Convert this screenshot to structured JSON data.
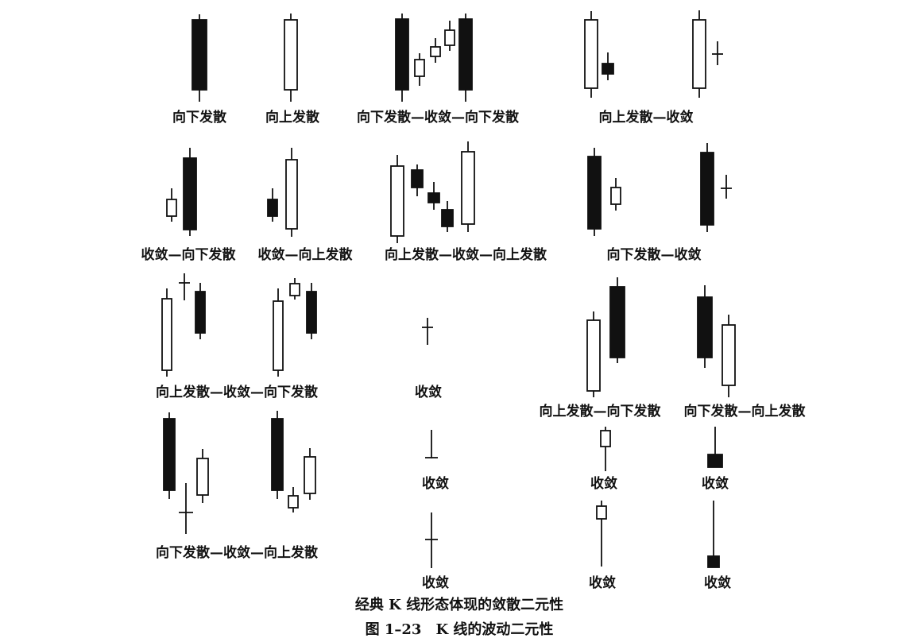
{
  "labels": {
    "g1": "向下发散",
    "g2": "向上发散",
    "g3": "向下发散—收敛—向下发散",
    "g4": "向上发散—收敛",
    "g5": "收敛—向下发散",
    "g6": "收敛—向上发散",
    "g7": "向上发散—收敛—向上发散",
    "g8": "向下发散—收敛",
    "g9": "向上发散—收敛—向下发散",
    "g10": "收敛",
    "g11": "向上发散—向下发散",
    "g12": "向下发散—向上发散",
    "g13": "向下发散—收敛—向上发散",
    "g14": "收敛",
    "g15": "收敛",
    "g16": "收敛",
    "g17": "收敛",
    "g18": "收敛",
    "g19": "收敛"
  },
  "caption": {
    "subtitle": "经典 K 线形态体现的敛散二元性",
    "title": "图 1–23　K 线的波动二元性"
  },
  "colors": {
    "ink": "#111111",
    "hollow_fill": "#ffffff"
  }
}
